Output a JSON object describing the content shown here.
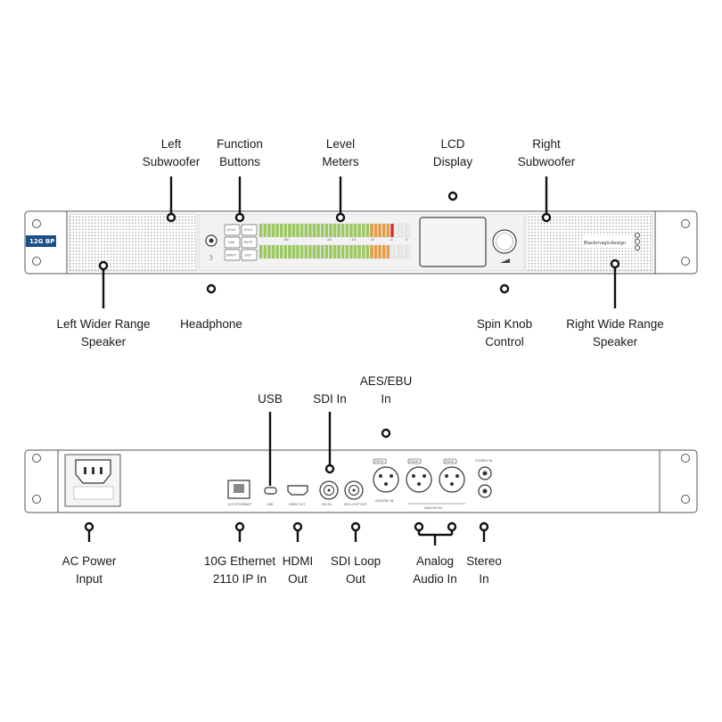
{
  "front": {
    "logo": "12G BP",
    "brand": "Blackmagicdesign",
    "buttons": [
      "SOLO",
      "SOLO",
      "DIM",
      "MUTE",
      "INPUT",
      "EXIT"
    ],
    "meter_scale": [
      "-60",
      "-20",
      "-10",
      "-6",
      "-3",
      "0"
    ],
    "labels": {
      "left_subwoofer": [
        "Left",
        "Subwoofer"
      ],
      "function_buttons": [
        "Function",
        "Buttons"
      ],
      "level_meters": [
        "Level",
        "Meters"
      ],
      "lcd_display": [
        "LCD",
        "Display"
      ],
      "right_subwoofer": [
        "Right",
        "Subwoofer"
      ],
      "left_speaker": [
        "Left Wider Range",
        "Speaker"
      ],
      "headphone": [
        "Headphone"
      ],
      "spin_knob": [
        "Spin Knob",
        "Control"
      ],
      "right_speaker": [
        "Right Wide Range",
        "Speaker"
      ]
    }
  },
  "rear": {
    "port_texts": {
      "ethernet": "10G ETHERNET",
      "usb": "USB",
      "hdmi": "HDMI OUT",
      "sdi_in": "SDI IN",
      "sdi_loop": "SDI LOOP OUT",
      "aes": "AES/EBU IN",
      "analog": "ANALOG IN",
      "push": "PUSH",
      "stereo": "STEREO IN"
    },
    "labels": {
      "usb": [
        "USB"
      ],
      "sdi_in": [
        "SDI In"
      ],
      "aes_ebu": [
        "AES/EBU",
        "In"
      ],
      "ac_power": [
        "AC Power",
        "Input"
      ],
      "ethernet": [
        "10G Ethernet",
        "2110 IP In"
      ],
      "hdmi_out": [
        "HDMI",
        "Out"
      ],
      "sdi_loop": [
        "SDI Loop",
        "Out"
      ],
      "analog_audio": [
        "Analog",
        "Audio In"
      ],
      "stereo_in": [
        "Stereo",
        "In"
      ]
    }
  },
  "colors": {
    "meter_green": "#9acb57",
    "meter_orange": "#e89c3c",
    "meter_red": "#e0242b",
    "meter_off": "#eeeeee",
    "outline": "#555555",
    "callout": "#111111"
  }
}
